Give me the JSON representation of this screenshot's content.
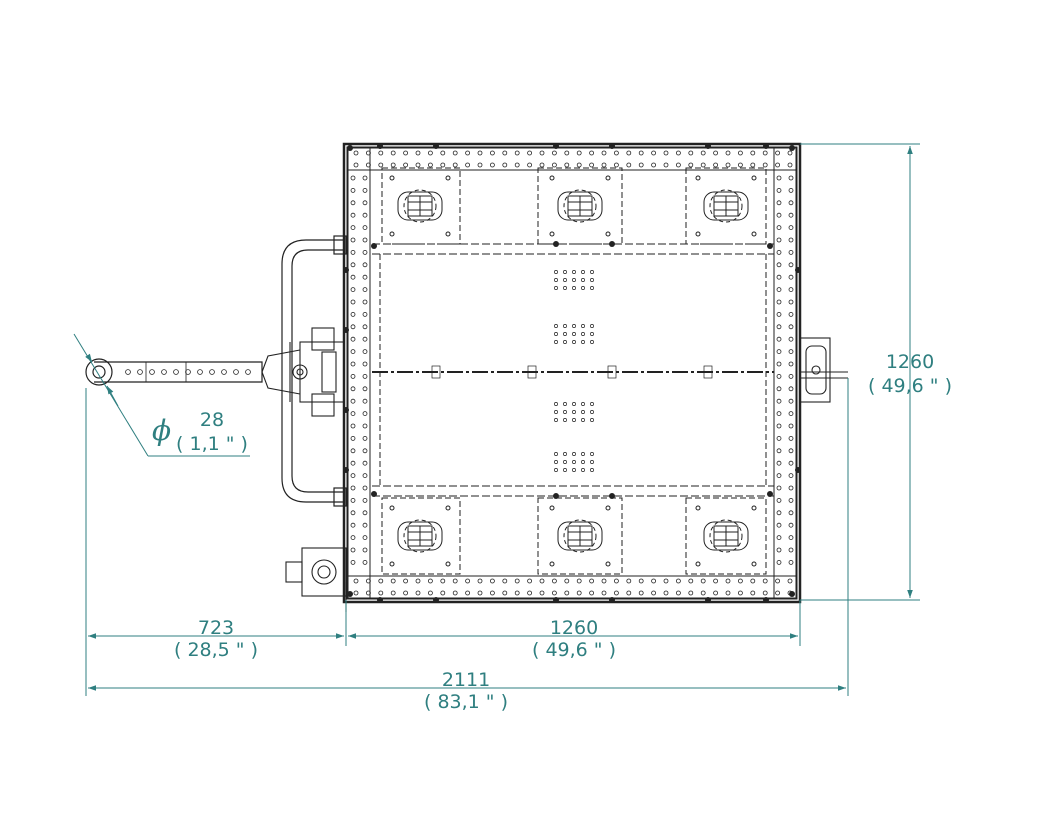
{
  "colors": {
    "dimension": "#2f7f80",
    "outline": "#222222",
    "background": "#ffffff"
  },
  "dimensions": {
    "diameter": {
      "symbol": "ϕ",
      "mm": "28",
      "inch": "( 1,1 \" )"
    },
    "height": {
      "mm": "1260",
      "inch": "( 49,6 \" )"
    },
    "drawbar": {
      "mm": "723",
      "inch": "( 28,5 \" )"
    },
    "width": {
      "mm": "1260",
      "inch": "( 49,6 \" )"
    },
    "overall": {
      "mm": "2111",
      "inch": "( 83,1 \" )"
    }
  }
}
